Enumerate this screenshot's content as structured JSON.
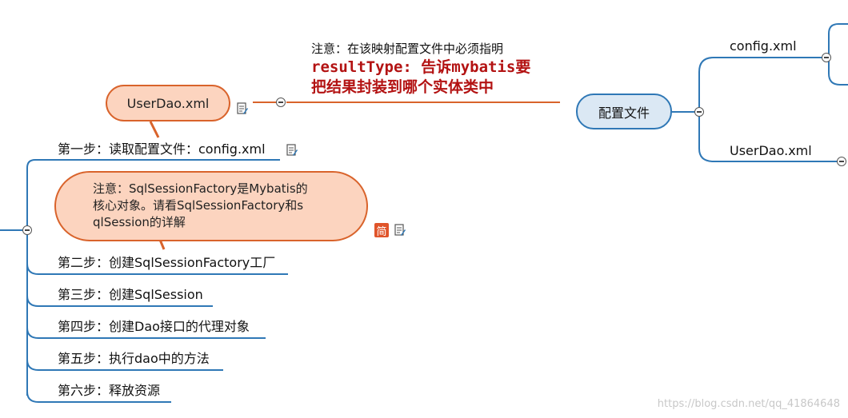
{
  "config_node": {
    "label": "配置文件"
  },
  "config_children": {
    "config": "config.xml",
    "userdao": "UserDao.xml"
  },
  "userdao_topic": {
    "label": "UserDao.xml"
  },
  "note_top": {
    "line1": "注意：在该映射配置文件中必须指明",
    "line2": "resultType: 告诉mybatis要",
    "line3": "把结果封装到哪个实体类中"
  },
  "steps": [
    {
      "label": "第一步：读取配置文件：config.xml"
    },
    {
      "label": "第二步：创建SqlSessionFactory工厂"
    },
    {
      "label": "第三步：创建SqlSession"
    },
    {
      "label": "第四步：创建Dao接口的代理对象"
    },
    {
      "label": "第五步：执行dao中的方法"
    },
    {
      "label": "第六步：释放资源"
    }
  ],
  "note_factory": {
    "line1": "注意：SqlSessionFactory是Mybatis的",
    "line2": "核心对象。请看SqlSessionFactory和s",
    "line3": "qlSession的详解"
  },
  "badge": {
    "label": "简"
  },
  "watermark": "https://blog.csdn.net/qq_41864648",
  "colors": {
    "branch": "#2f78b6",
    "accent": "#d9632b",
    "red_text": "#b31212"
  }
}
